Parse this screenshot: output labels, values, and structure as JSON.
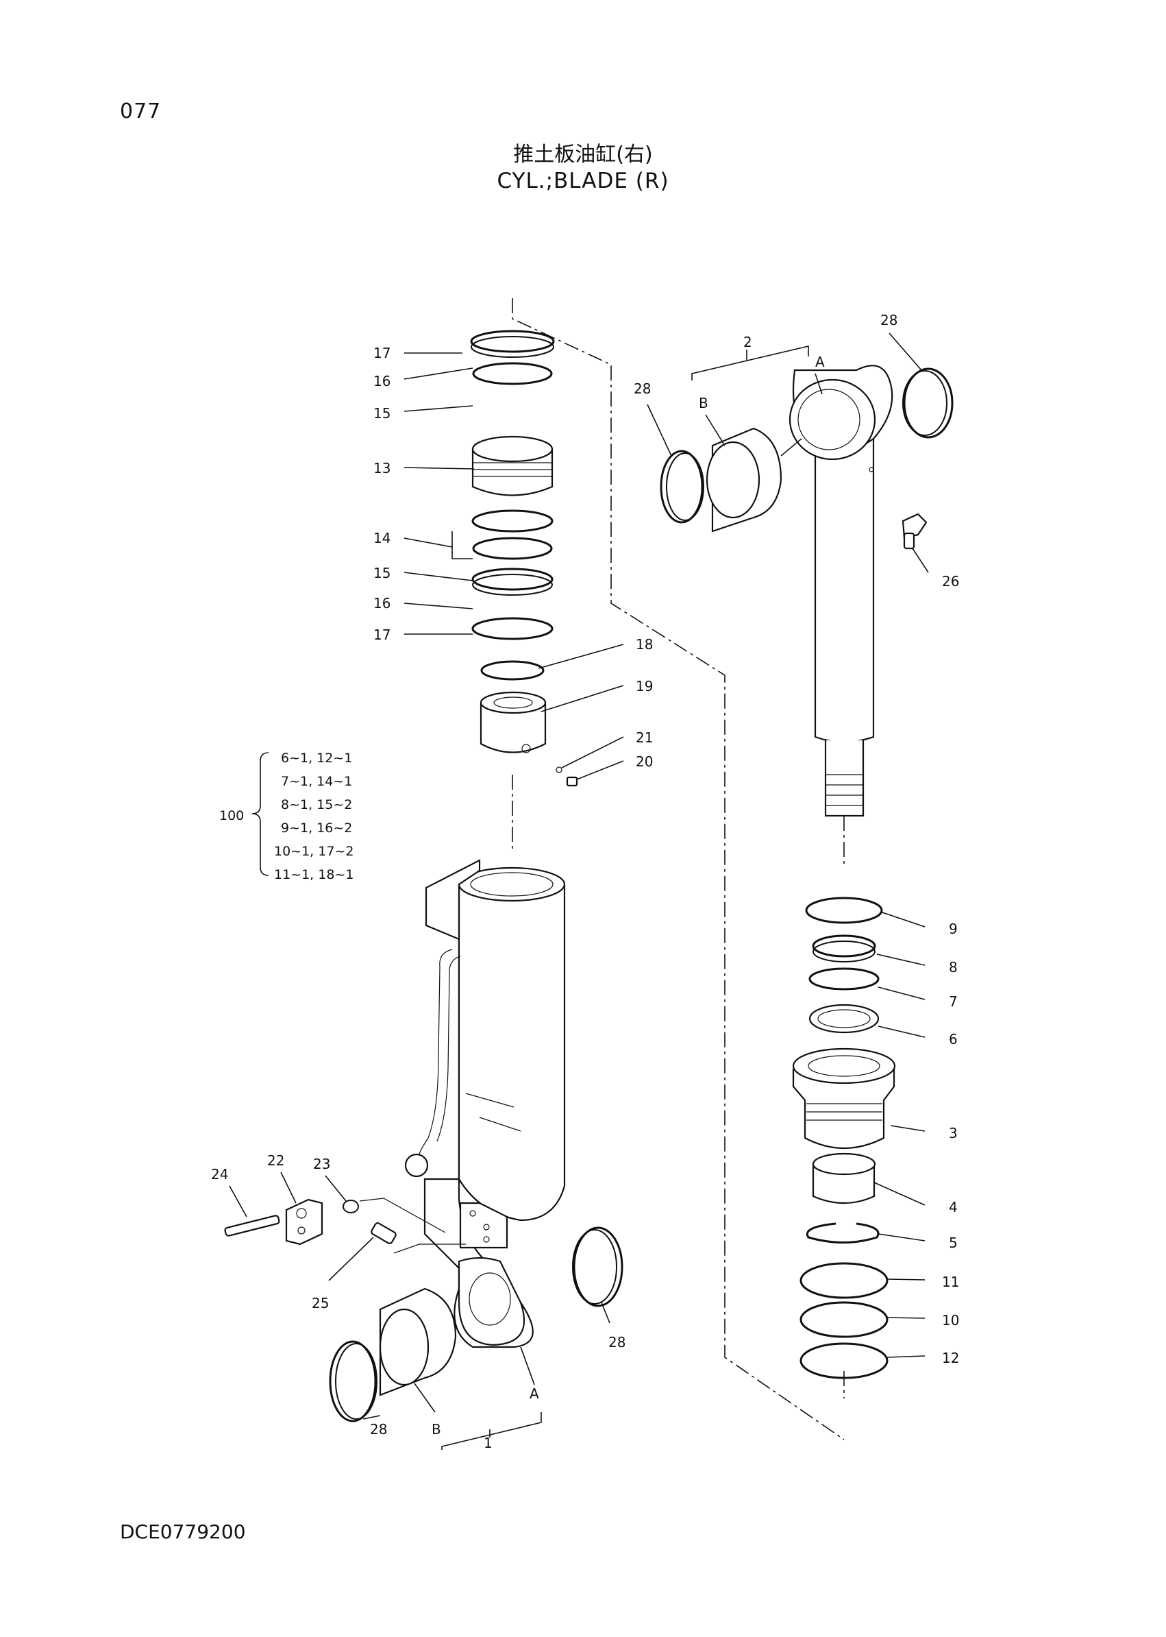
{
  "header": {
    "page_number": "077",
    "title_cn": "推土板油缸(右)",
    "title_en": "CYL.;BLADE (R)"
  },
  "footer": {
    "doc_code": "DCE0779200"
  },
  "callouts": {
    "c17a": "17",
    "c16a": "16",
    "c15a": "15",
    "c13": "13",
    "c14": "14",
    "c15b": "15",
    "c16b": "16",
    "c17b": "17",
    "c18": "18",
    "c19": "19",
    "c21": "21",
    "c20": "20",
    "c2": "2",
    "cA_top": "A",
    "cB_top": "B",
    "c28_tr": "28",
    "c28_tl": "28",
    "c26": "26",
    "c9": "9",
    "c8": "8",
    "c7": "7",
    "c6": "6",
    "c3": "3",
    "c4": "4",
    "c5": "5",
    "c11": "11",
    "c10": "10",
    "c12": "12",
    "c23": "23",
    "c22": "22",
    "c24": "24",
    "c25": "25",
    "c28_br": "28",
    "c28_bl": "28",
    "cB_bot": "B",
    "cA_bot": "A",
    "c1": "1"
  },
  "seal_kit": {
    "number": "100",
    "rows": [
      "6~1, 12~1",
      "7~1, 14~1",
      "8~1, 15~2",
      "9~1, 16~2",
      "10~1, 17~2",
      "11~1, 18~1"
    ]
  },
  "icons": {
    "cylinder-tube": "cylinder-tube-icon",
    "piston-rod": "piston-rod-icon"
  }
}
